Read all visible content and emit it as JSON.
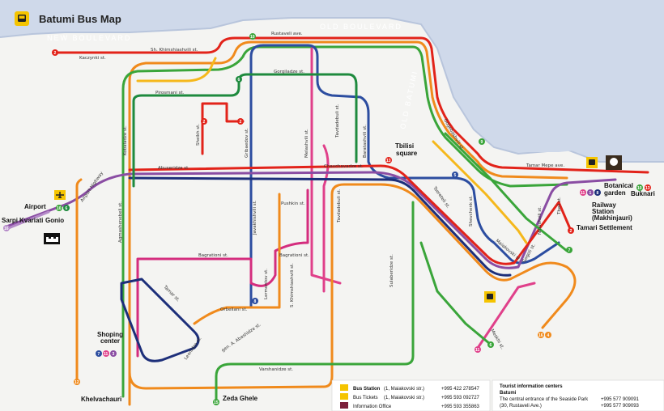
{
  "title": "Batumi Bus Map",
  "areas": {
    "new_boulevard": "NEW BOULEVARD",
    "old_boulevard": "OLD BOULEVARD",
    "old_batumi": "OLD BATUMI"
  },
  "streets": {
    "rustaveli": "Rustaveli ave.",
    "shkhimshiashvili": "Sh. Khimshiashvili st.",
    "kaczynki": "Kaczynki st.",
    "gorgiladze": "Gorgiladze st.",
    "pirosmani": "Pirosmani st.",
    "abuseridze": "Abuseridze st.",
    "chavchavadze": "Chavchavadze st.",
    "tamar_mepe": "Tamar Mepe ave.",
    "airport_highway": "Airport Highway",
    "kobaladze": "Kobaladze st.",
    "agmashenebeli": "Agmashenebeli st.",
    "sheikh": "Sheikh st.",
    "gribaedov": "Gribaedov st.",
    "melashvili": "Melashvili st.",
    "tavdadebuli": "Tavdadebuli st.",
    "baratashvili": "Baratashvili st.",
    "gogebashvili": "Gogebashvili st.",
    "tsereteli": "Tsereteli st.",
    "shevchenk": "Shevchenk st.",
    "pushkin": "Pushkin st.",
    "javakhishvili": "Javakhishvili st.",
    "bagrationi": "Bagrationi st.",
    "tavdadebuli2": "Tavdadebuli st.",
    "lermontov": "Lermontov st.",
    "kkhimshiashvili": "S. Khimshiashvili st.",
    "orbeliani": "Orbeliani st.",
    "tamar": "Tamar st.",
    "leonidze": "Leonidze st.",
    "abashidze": "gen. A. Abashidze st.",
    "varshanidze": "Varshanidze st.",
    "sulaberidze": "Sulaberidze st.",
    "maiakovski": "Maiakovski st.",
    "gogoli": "Gogoli st.",
    "meskhi": "Meskhi st.",
    "ninoshvili": "Ninoshvili st.",
    "tbeli": "Tbeli st."
  },
  "places": {
    "airport": "Airport",
    "sarpi": "Sarpi",
    "kvariati": "Kvariati",
    "gonio": "Gonio",
    "tbilisi": "Tbilisi",
    "square": "square",
    "botanical1": "Botanical",
    "botanical2": "garden",
    "buknari": "Buknari",
    "railway1": "Railway",
    "railway2": "Station",
    "railway3": "(Makhinjauri)",
    "tamari": "Tamari Settlement",
    "shopping1": "Shoping",
    "shopping2": "center",
    "khelvachauri": "Khelvachauri",
    "zeda_ghele": "Zeda Ghele"
  },
  "legend": {
    "bus_station": "Bus Station",
    "bus_station_addr": "(1, Maiakovski str.)",
    "bus_station_phone": "+995 422 278547",
    "bus_tickets": "Bus Tickets",
    "bus_tickets_addr": "(1, Maiakovski str.)",
    "bus_tickets_phone": "+995 593 092727",
    "info_office": "Information Office",
    "info_office_phone": "+995 593 355863",
    "tourist_title": "Tourist information centers",
    "batumi": "Batumi",
    "seaside1": "The central entrance of the Seaside Park",
    "seaside1_phone": "+995 577 909091",
    "seaside2": "(30, Rustaveli Ave.)",
    "seaside2_phone": "+995 577 909093"
  },
  "route_numbers": {
    "r2": "2",
    "r10": "10",
    "r15": "15",
    "r4": "4",
    "r5": "5",
    "r6": "6",
    "r7": "7",
    "r8": "8",
    "r9": "9",
    "r11": "11",
    "r12": "12",
    "r13": "13",
    "r16": "16",
    "r1": "1",
    "r3": "3"
  },
  "colors": {
    "sea": "#cfd9ea",
    "red": "#e2231a",
    "orange": "#f08a1c",
    "yellow": "#f5b81c",
    "green": "#3aa53a",
    "darkgreen": "#1e8a3e",
    "blue": "#2c4da0",
    "navy": "#1d2f7a",
    "purple": "#8a4da3",
    "pink": "#e0408a",
    "magenta": "#d42d7e",
    "lightpurple": "#b48ac8"
  }
}
